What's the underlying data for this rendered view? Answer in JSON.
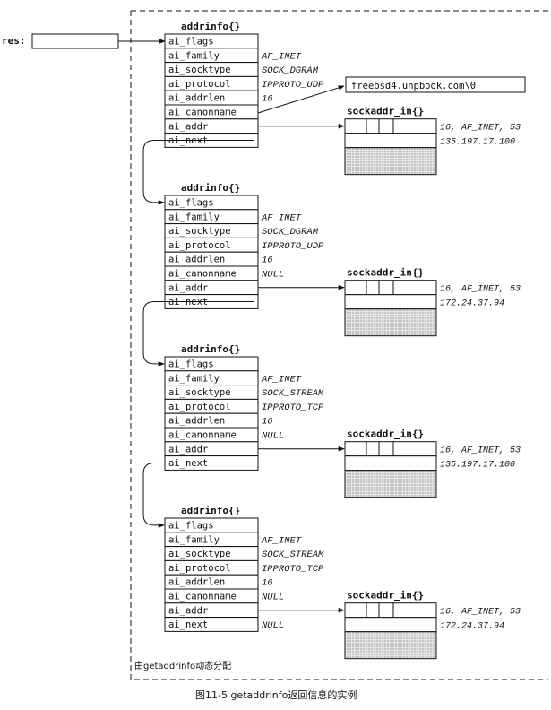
{
  "res_label": "res:",
  "alloc_note": "由getaddrinfo动态分配",
  "caption": "图11-5   getaddrinfo返回信息的实例",
  "canonname_string": "freebsd4.unpbook.com\\0",
  "addrinfo_structs": [
    {
      "title": "addrinfo{}",
      "fields": [
        {
          "name": "ai_flags",
          "value": ""
        },
        {
          "name": "ai_family",
          "value": "AF_INET"
        },
        {
          "name": "ai_socktype",
          "value": "SOCK_DGRAM"
        },
        {
          "name": "ai_protocol",
          "value": "IPPROTO_UDP"
        },
        {
          "name": "ai_addrlen",
          "value": "16"
        },
        {
          "name": "ai_canonname",
          "value": ""
        },
        {
          "name": "ai_addr",
          "value": ""
        },
        {
          "name": "ai_next",
          "value": ""
        }
      ],
      "sockaddr": {
        "title": "sockaddr_in{}",
        "line1": "16, AF_INET, 53",
        "line2": "135.197.17.100"
      }
    },
    {
      "title": "addrinfo{}",
      "fields": [
        {
          "name": "ai_flags",
          "value": ""
        },
        {
          "name": "ai_family",
          "value": "AF_INET"
        },
        {
          "name": "ai_socktype",
          "value": "SOCK_DGRAM"
        },
        {
          "name": "ai_protocol",
          "value": "IPPROTO_UDP"
        },
        {
          "name": "ai_addrlen",
          "value": "16"
        },
        {
          "name": "ai_canonname",
          "value": "NULL"
        },
        {
          "name": "ai_addr",
          "value": ""
        },
        {
          "name": "ai_next",
          "value": ""
        }
      ],
      "sockaddr": {
        "title": "sockaddr_in{}",
        "line1": "16, AF_INET, 53",
        "line2": "172.24.37.94"
      }
    },
    {
      "title": "addrinfo{}",
      "fields": [
        {
          "name": "ai_flags",
          "value": ""
        },
        {
          "name": "ai_family",
          "value": "AF_INET"
        },
        {
          "name": "ai_socktype",
          "value": "SOCK_STREAM"
        },
        {
          "name": "ai_protocol",
          "value": "IPPROTO_TCP"
        },
        {
          "name": "ai_addrlen",
          "value": "16"
        },
        {
          "name": "ai_canonname",
          "value": "NULL"
        },
        {
          "name": "ai_addr",
          "value": ""
        },
        {
          "name": "ai_next",
          "value": ""
        }
      ],
      "sockaddr": {
        "title": "sockaddr_in{}",
        "line1": "16, AF_INET, 53",
        "line2": "135.197.17.100"
      }
    },
    {
      "title": "addrinfo{}",
      "fields": [
        {
          "name": "ai_flags",
          "value": ""
        },
        {
          "name": "ai_family",
          "value": "AF_INET"
        },
        {
          "name": "ai_socktype",
          "value": "SOCK_STREAM"
        },
        {
          "name": "ai_protocol",
          "value": "IPPROTO_TCP"
        },
        {
          "name": "ai_addrlen",
          "value": "16"
        },
        {
          "name": "ai_canonname",
          "value": "NULL"
        },
        {
          "name": "ai_addr",
          "value": ""
        },
        {
          "name": "ai_next",
          "value": "NULL"
        }
      ],
      "sockaddr": {
        "title": "sockaddr_in{}",
        "line1": "16, AF_INET, 53",
        "line2": "172.24.37.94"
      }
    }
  ]
}
